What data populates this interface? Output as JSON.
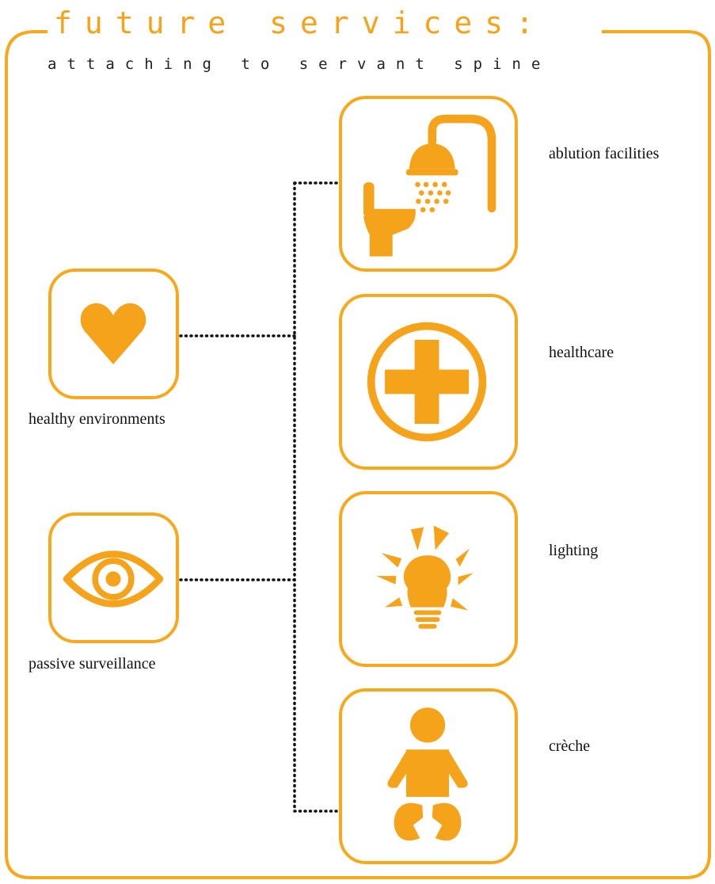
{
  "header": {
    "title": "future services:",
    "subtitle": "attaching to servant spine"
  },
  "colors": {
    "accent": "#f8a81c",
    "icon_fill": "#f5a31a",
    "connector": "#111111"
  },
  "benefits": [
    {
      "label": "healthy environments",
      "icon": "heart-icon"
    },
    {
      "label": "passive surveillance",
      "icon": "eye-icon"
    }
  ],
  "services": [
    {
      "label": "ablution facilities",
      "icon": "toilet-shower-icon"
    },
    {
      "label": "healthcare",
      "icon": "medical-cross-icon"
    },
    {
      "label": "lighting",
      "icon": "light-bulb-icon"
    },
    {
      "label": "crèche",
      "icon": "baby-icon"
    }
  ]
}
